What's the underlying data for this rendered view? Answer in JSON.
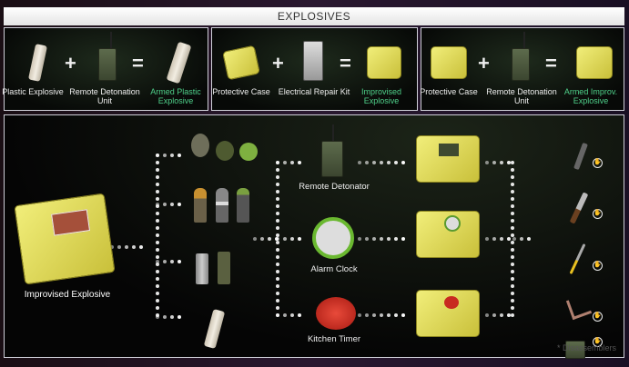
{
  "title": "EXPLOSIVES",
  "recipes": [
    {
      "a": "Plastic Explosive",
      "b": "Remote Detonation Unit",
      "result": "Armed Plastic Explosive"
    },
    {
      "a": "Protective Case",
      "b": "Electrical Repair Kit",
      "result": "Improvised Explosive"
    },
    {
      "a": "Protective Case",
      "b": "Remote Detonation Unit",
      "result": "Armed Improv. Explosive"
    }
  ],
  "operators": {
    "plus": "+",
    "equals": "="
  },
  "diagram": {
    "source": "Improvised Explosive",
    "triggers": [
      "Remote Detonator",
      "Alarm Clock",
      "Kitchen Timer"
    ],
    "footnote": "* Disassemblers",
    "disassembler_icon": "hand-icon"
  },
  "colors": {
    "result": "#4fd08a",
    "case": "#e8e26a"
  }
}
